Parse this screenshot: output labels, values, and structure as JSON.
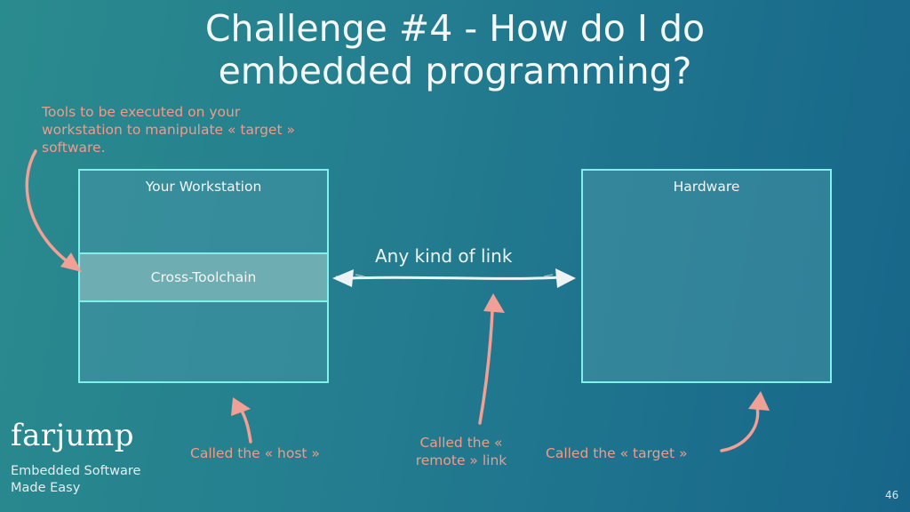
{
  "slide": {
    "title": "Challenge #4 - How do I do embedded programming?",
    "page_number": "46"
  },
  "workstation": {
    "label": "Your Workstation",
    "toolchain_label": "Cross-Toolchain"
  },
  "hardware": {
    "label": "Hardware"
  },
  "link": {
    "label": "Any kind of link"
  },
  "annotations": {
    "tools": "Tools to be executed on your workstation to manipulate « target » software.",
    "host": "Called the « host »",
    "remote": "Called the « remote » link",
    "target": "Called the « target »"
  },
  "branding": {
    "logo": "farjump",
    "tagline": "Embedded Software Made Easy"
  },
  "colors": {
    "box_border": "#7ff0ea",
    "annotation": "#f29a8a",
    "arrow": "#f0a094"
  }
}
